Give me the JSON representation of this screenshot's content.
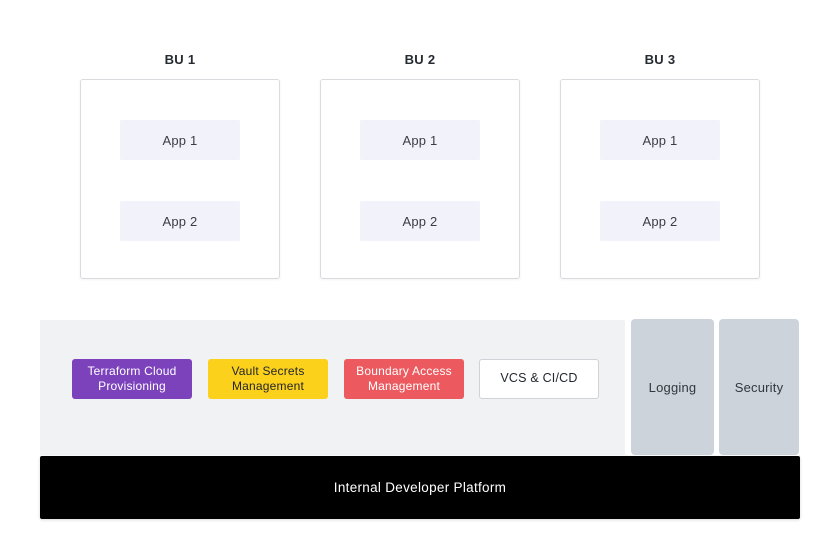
{
  "business_units": [
    {
      "label": "BU 1",
      "apps": [
        "App 1",
        "App 2"
      ]
    },
    {
      "label": "BU 2",
      "apps": [
        "App 1",
        "App 2"
      ]
    },
    {
      "label": "BU 3",
      "apps": [
        "App 1",
        "App 2"
      ]
    }
  ],
  "platform": {
    "services": [
      {
        "label": "Terraform Cloud Provisioning",
        "bg": "#7b42bc",
        "fg": "#ffffff"
      },
      {
        "label": "Vault Secrets Management",
        "bg": "#fbd11c",
        "fg": "#23262e"
      },
      {
        "label": "Boundary Access Management",
        "bg": "#ec5a5f",
        "fg": "#ffffff"
      },
      {
        "label": "VCS & CI/CD",
        "bg": "#ffffff",
        "fg": "#23262e"
      }
    ],
    "pillars": [
      "Logging",
      "Security"
    ],
    "base_label": "Internal Developer Platform"
  },
  "colors": {
    "app_box_bg": "#f2f2fb",
    "platform_band_bg": "#f1f2f4",
    "pillar_bg": "#ccd3db",
    "base_bar_bg": "#000000",
    "bu_box_border": "#d9dbdf"
  }
}
